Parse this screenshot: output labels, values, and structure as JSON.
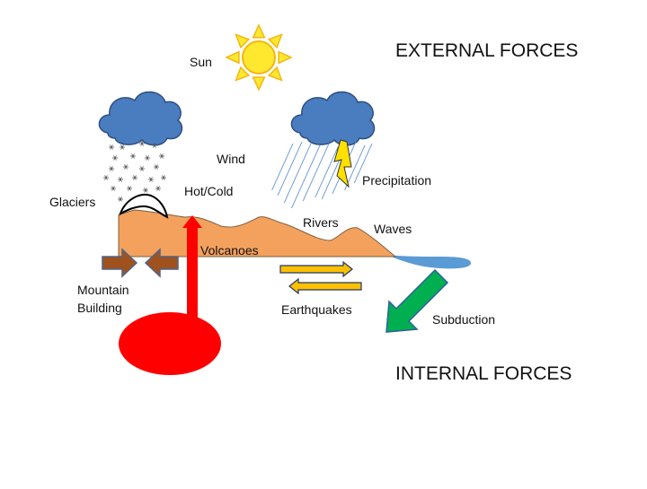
{
  "titles": {
    "external": "EXTERNAL FORCES",
    "internal": "INTERNAL FORCES"
  },
  "labels": {
    "sun": "Sun",
    "wind": "Wind",
    "hot_cold": "Hot/Cold",
    "glaciers": "Glaciers",
    "precipitation": "Precipitation",
    "rivers": "Rivers",
    "waves": "Waves",
    "volcanoes": "Volcanoes",
    "mountain_building": "Mountain\nBuilding",
    "earthquakes": "Earthquakes",
    "subduction": "Subduction"
  },
  "colors": {
    "sun_fill": "#FFE82E",
    "sun_stroke": "#F2B713",
    "cloud_fill": "#4A7CC0",
    "cloud_stroke": "#2E4F80",
    "land_fill": "#F4A15E",
    "land_stroke": "#7A6040",
    "water": "#5B9BD5",
    "magma": "#FF0000",
    "mountain_arrow": "#A0521E",
    "mountain_arrow_stroke": "#4F6288",
    "fault_arrow": "#FFC000",
    "fault_arrow_stroke": "#1F3864",
    "subduction_arrow": "#00B050",
    "subduction_arrow_stroke": "#2E5E9E",
    "rain": "#5B8FD0",
    "lightning": "#FFE000"
  }
}
